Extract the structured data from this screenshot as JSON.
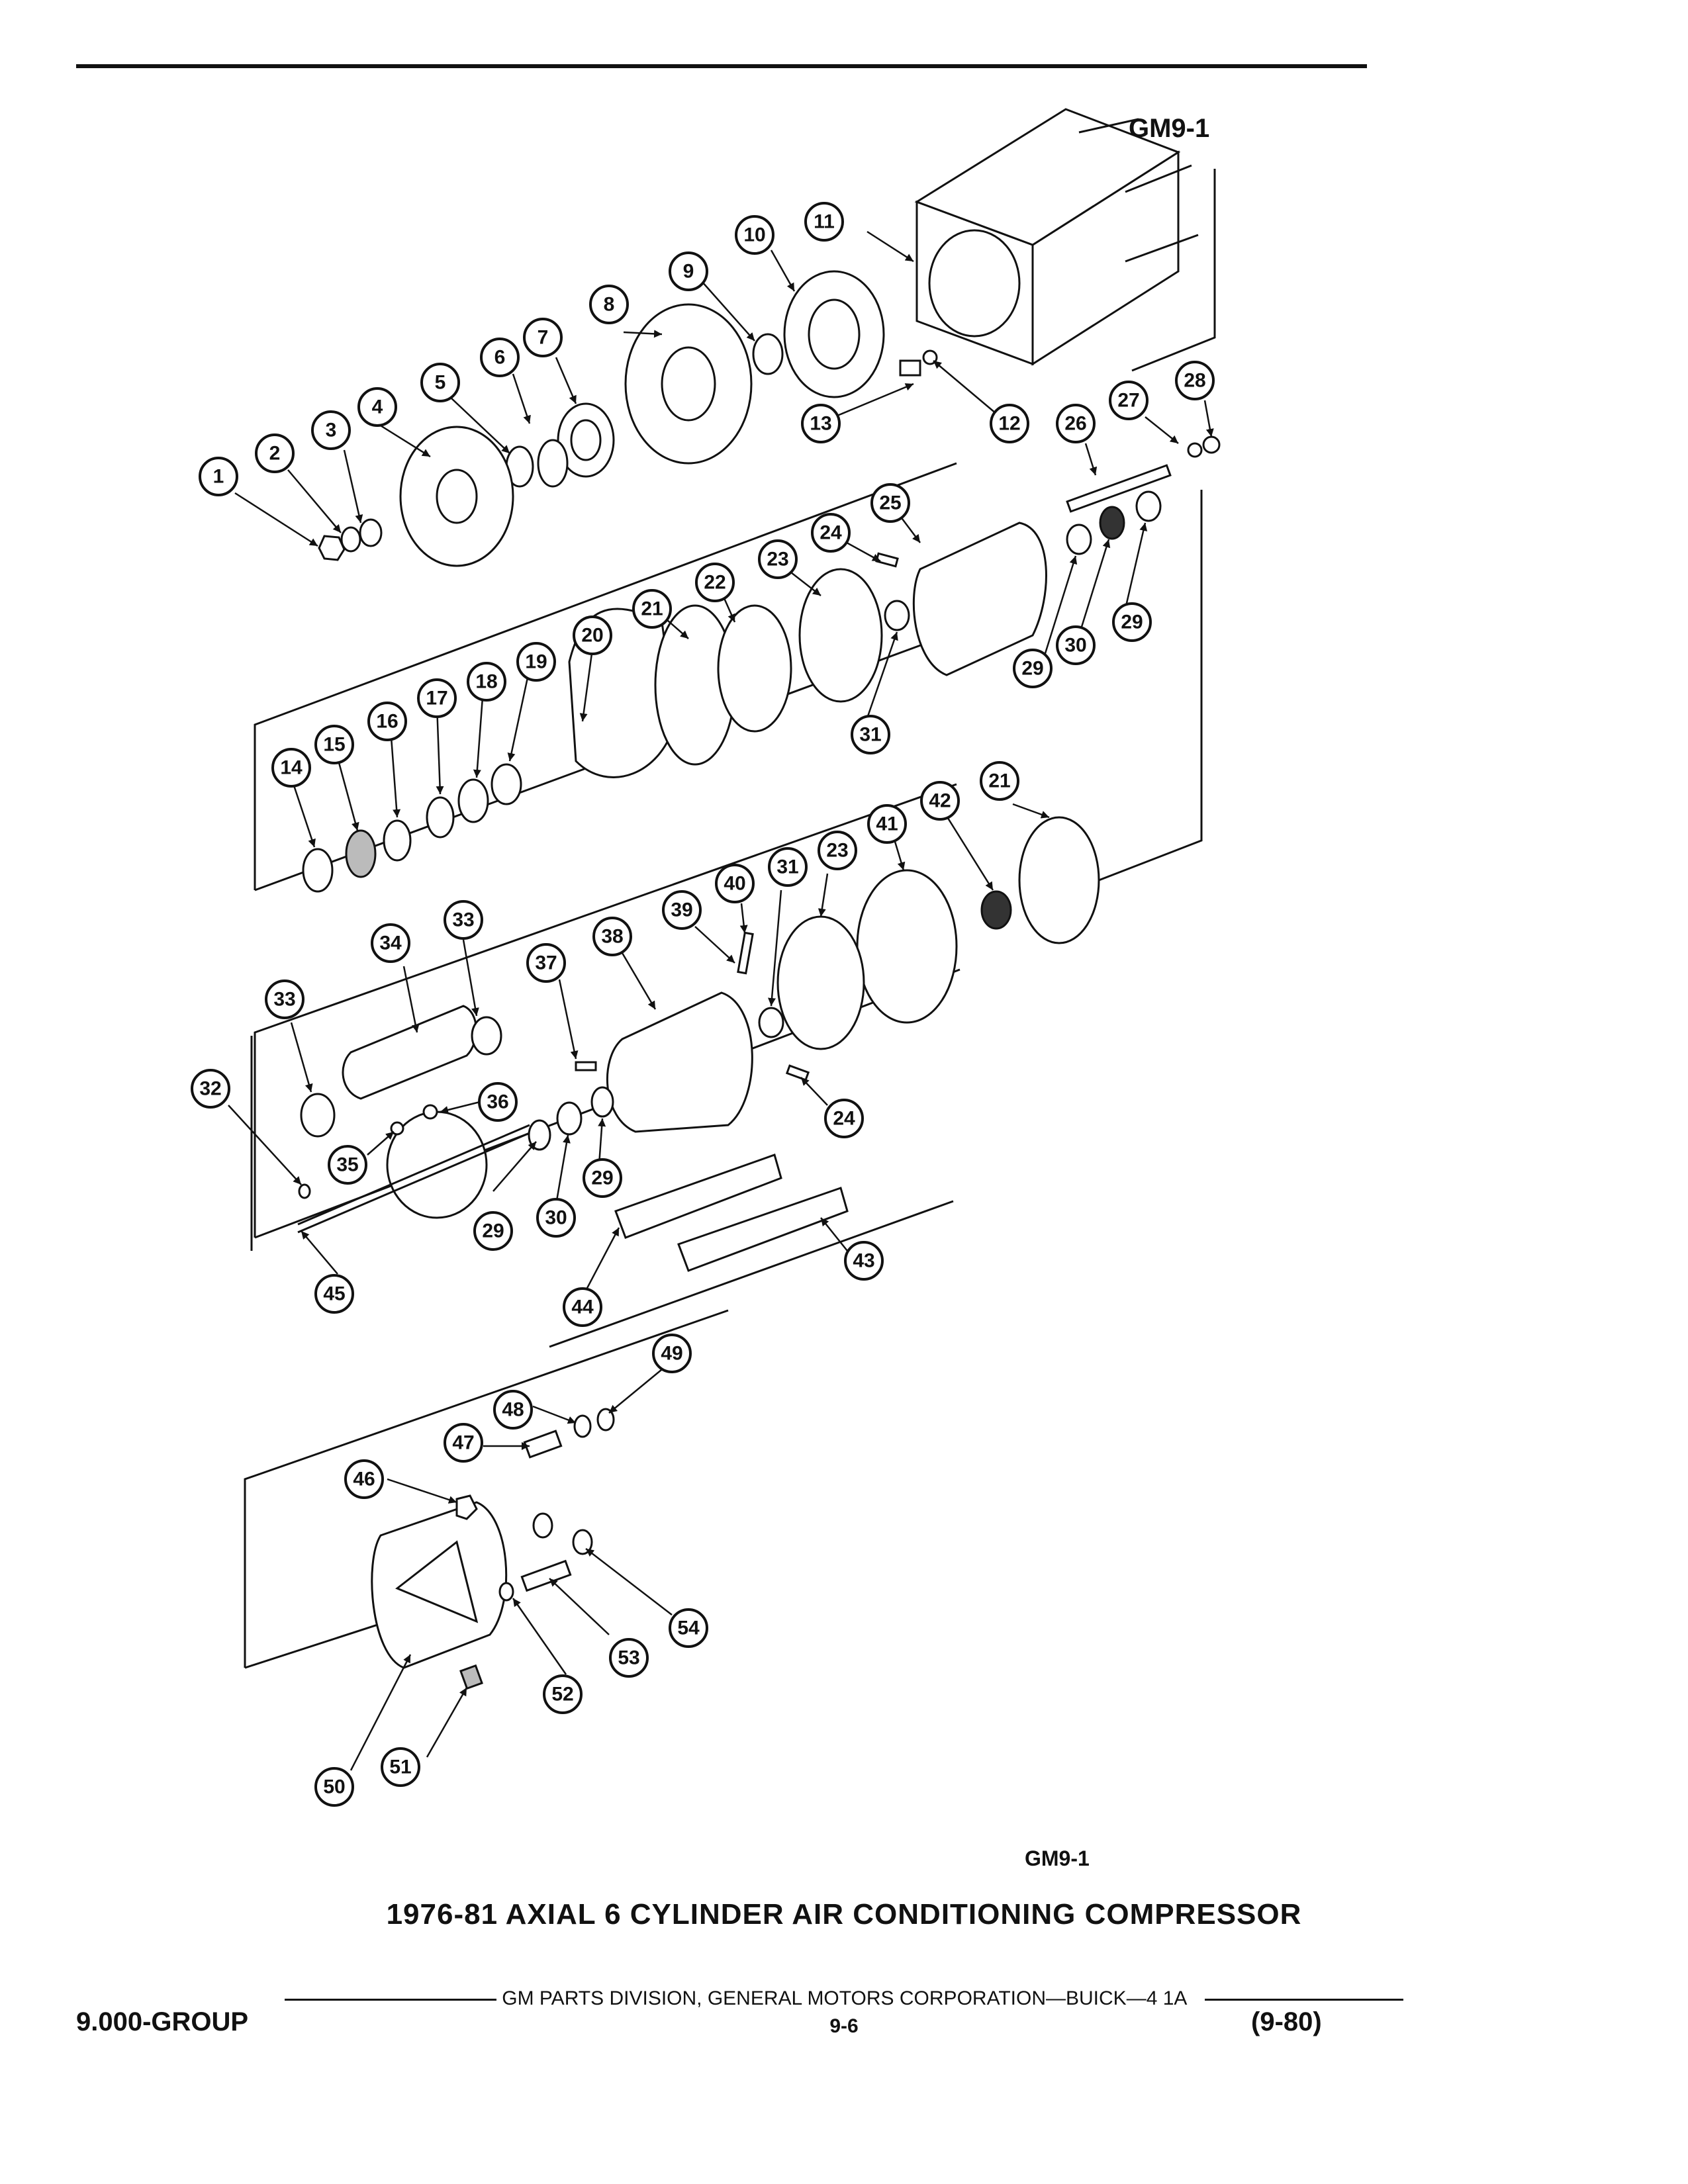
{
  "figure": {
    "tag_top": "GM9-1",
    "tag_bottom": "GM9-1",
    "caption": "1976-81 AXIAL 6 CYLINDER AIR CONDITIONING COMPRESSOR"
  },
  "callouts": [
    "1",
    "2",
    "3",
    "4",
    "5",
    "6",
    "7",
    "8",
    "9",
    "10",
    "11",
    "12",
    "13",
    "14",
    "15",
    "16",
    "17",
    "18",
    "19",
    "20",
    "21",
    "22",
    "23",
    "24",
    "25",
    "26",
    "27",
    "28",
    "29",
    "29",
    "30",
    "31",
    "21",
    "33",
    "34",
    "33",
    "32",
    "35",
    "36",
    "37",
    "38",
    "39",
    "40",
    "31",
    "23",
    "41",
    "42",
    "24",
    "29",
    "29",
    "30",
    "45",
    "44",
    "43",
    "49",
    "48",
    "47",
    "46",
    "54",
    "53",
    "52",
    "51",
    "50"
  ],
  "footer": {
    "group": "9.000-GROUP",
    "center": "GM PARTS DIVISION, GENERAL MOTORS CORPORATION—BUICK—4 1A",
    "page": "9-6",
    "date": "(9-80)"
  },
  "colors": {
    "ink": "#111111",
    "paper": "#ffffff"
  }
}
